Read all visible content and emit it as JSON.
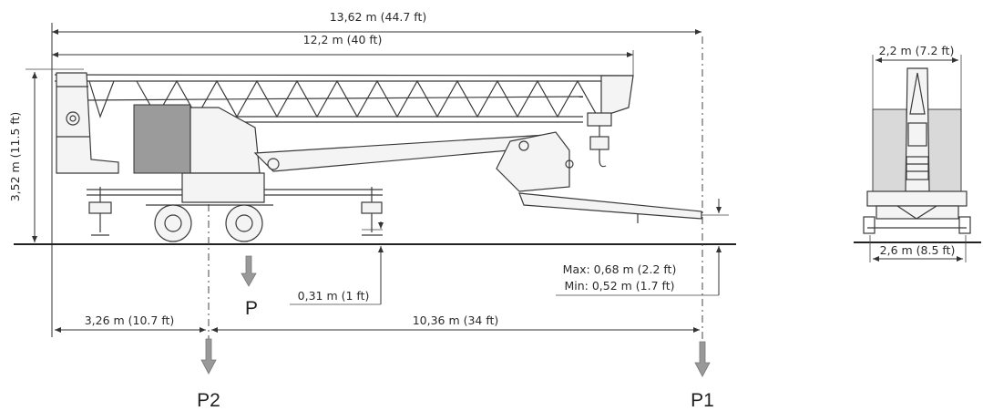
{
  "dimensions": {
    "total_length": "13,62 m (44.7 ft)",
    "jib_length": "12,2 m (40 ft)",
    "height": "3,52 m (11.5 ft)",
    "rear_overhang": "3,26 m (10.7 ft)",
    "axle_to_front": "10,36 m (34 ft)",
    "ground_clearance": "0,31 m (1 ft)",
    "tip_height_max": "Max: 0,68 m (2.2 ft)",
    "tip_height_min": "Min: 0,52 m (1.7 ft)",
    "front_width": "2,2 m (7.2 ft)",
    "base_width": "2,6 m (8.5 ft)"
  },
  "loads": {
    "p": "P",
    "p1": "P1",
    "p2": "P2"
  }
}
